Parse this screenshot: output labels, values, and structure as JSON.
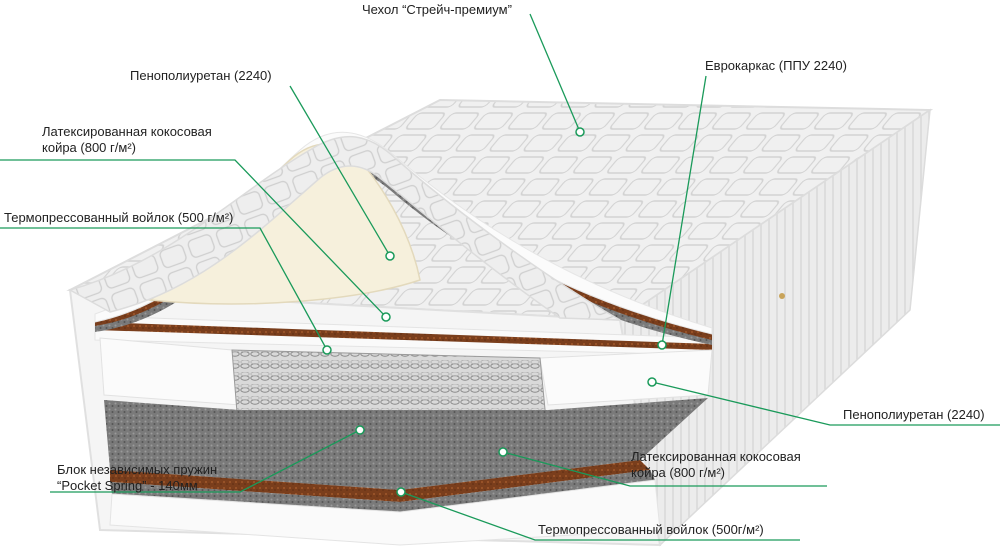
{
  "colors": {
    "leader": "#1a9a5a",
    "text": "#222222",
    "cover": "#f2f2f2",
    "coir": "#7a3e1c",
    "felt": "#6e6e6e",
    "foam_white": "#f7f7f7",
    "latex_cream": "#f6f0dc"
  },
  "labels": {
    "cover": {
      "lines": [
        "Чехол “Стрейч-премиум”"
      ]
    },
    "foam_top": {
      "lines": [
        "Пенополиуретан (2240)"
      ]
    },
    "eurocarcass": {
      "lines": [
        "Еврокаркас (ППУ 2240)"
      ]
    },
    "coir_top": {
      "lines": [
        "Латексированная кокосовая",
        "койра (800 г/м²)"
      ]
    },
    "felt_top": {
      "lines": [
        "Термопрессованный войлок (500 г/м²)"
      ]
    },
    "foam_bottom": {
      "lines": [
        "Пенополиуретан (2240)"
      ]
    },
    "coir_bottom": {
      "lines": [
        "Латексированная кокосовая",
        "койра (800 г/м²)"
      ]
    },
    "springs": {
      "lines": [
        "Блок независимых пружин",
        "“Pocket Spring” - 140мм"
      ]
    },
    "felt_bottom": {
      "lines": [
        "Термопрессованный войлок (500г/м²)"
      ]
    }
  }
}
